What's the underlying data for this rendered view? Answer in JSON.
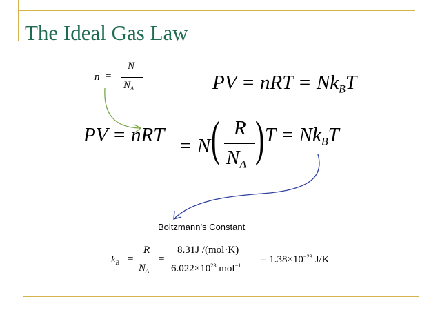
{
  "slide": {
    "title": "The Ideal Gas Law"
  },
  "definition_n": {
    "lhs": "n",
    "eq": "=",
    "numerator": "N",
    "denominator_main": "N",
    "denominator_sub": "A"
  },
  "top_equation": {
    "text": "PV = nRT = Nk",
    "sub": "B",
    "tail": "T"
  },
  "main_equation": {
    "lhs": "PV = nRT",
    "eq1": "= N",
    "numerator": "R",
    "denominator_main": "N",
    "denominator_sub": "A",
    "rhs_a": "T = Nk",
    "rhs_sub": "B",
    "rhs_b": "T"
  },
  "caption": "Boltzmann’s Constant",
  "boltzmann": {
    "k": "k",
    "k_sub": "B",
    "eq": "=",
    "frac1_num": "R",
    "frac1_den_main": "N",
    "frac1_den_sub": "A",
    "eq2": "=",
    "frac2_num": "8.31J",
    "frac2_num_units": "mol·K",
    "frac2_den": "6.022×10",
    "frac2_den_exp": "23",
    "frac2_den_unit": "mol",
    "frac2_den_unit_exp": "−1",
    "eq3": "= 1.38×10",
    "value_exp": "−23",
    "unit": "J",
    "unit2": "K"
  },
  "colors": {
    "title": "#1f6b52",
    "accent_lines": "#d4b44a",
    "arrow_green": "#7aa84a",
    "arrow_blue": "#2f3f9f"
  }
}
